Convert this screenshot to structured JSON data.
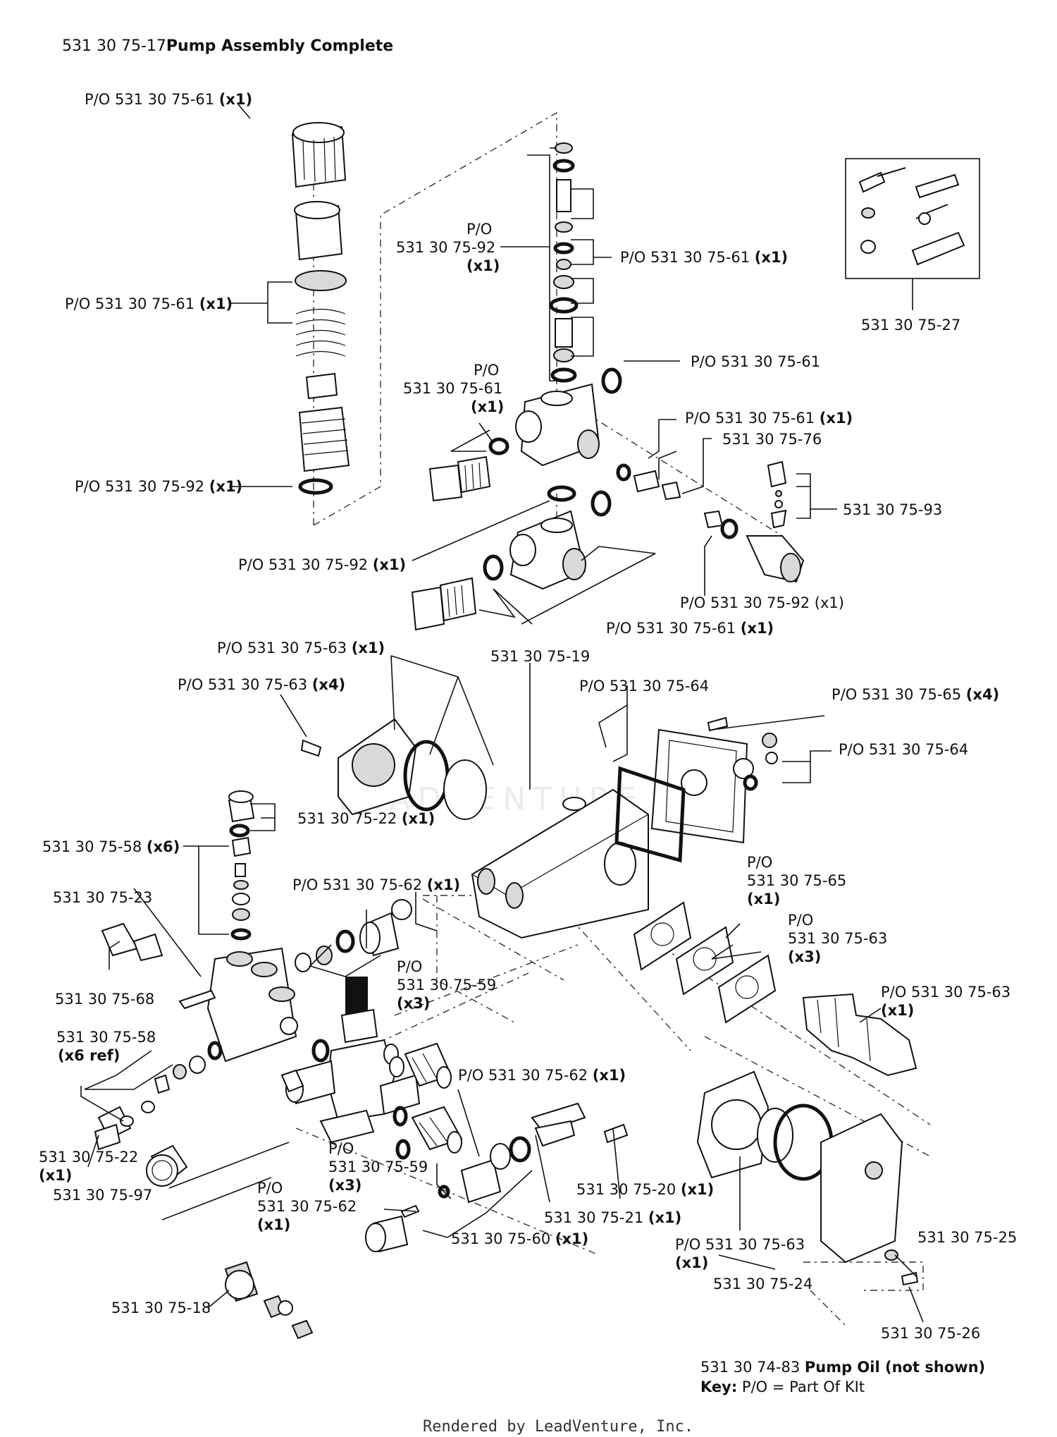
{
  "header": {
    "number": "531 30 75-17",
    "title": "Pump Assembly Complete"
  },
  "watermark": "LEADVENTURE",
  "labels": [
    [
      "P/O 531 30 75-61 ",
      "(x1)"
    ],
    [
      "P/O 531 30 75-61 ",
      "(x1)"
    ],
    [
      "P/O 531 30 75-92 ",
      "(x1)"
    ],
    [
      "P/O",
      ""
    ],
    [
      "531 30 75-92",
      ""
    ],
    [
      "",
      "(x1)"
    ],
    [
      "P/O 531 30 75-61 ",
      "(x1)"
    ],
    [
      "P/O 531 30 75-61",
      ""
    ],
    [
      "P/O",
      ""
    ],
    [
      "531 30 75-61",
      ""
    ],
    [
      "",
      "(x1)"
    ],
    [
      "P/O 531 30 75-61 ",
      "(x1)"
    ],
    [
      "531 30 75-76",
      ""
    ],
    [
      "531 30 75-93",
      ""
    ],
    [
      "531 30 75-27",
      ""
    ],
    [
      "P/O 531 30 75-92 ",
      "(x1)"
    ],
    [
      "P/O 531 30 75-92 (x1)",
      ""
    ],
    [
      "P/O 531 30 75-61 ",
      "(x1)"
    ],
    [
      "P/O 531 30 75-63 ",
      "(x1)"
    ],
    [
      "P/O 531 30 75-63 ",
      "(x4)"
    ],
    [
      "531 30 75-19",
      ""
    ],
    [
      "P/O 531 30 75-64",
      ""
    ],
    [
      "P/O 531 30 75-65 ",
      "(x4)"
    ],
    [
      "P/O 531 30 75-64",
      ""
    ],
    [
      "531 30 75-22 ",
      "(x1)"
    ],
    [
      "531 30 75-58 ",
      "(x6)"
    ],
    [
      "531 30 75-23",
      ""
    ],
    [
      "P/O 531 30 75-62 ",
      "(x1)"
    ],
    [
      "P/O",
      ""
    ],
    [
      "531 30 75-65",
      ""
    ],
    [
      "",
      "(x1)"
    ],
    [
      "P/O",
      ""
    ],
    [
      "531 30 75-63",
      ""
    ],
    [
      "",
      "(x3)"
    ],
    [
      "P/O",
      ""
    ],
    [
      "531 30 75-59",
      ""
    ],
    [
      "",
      "(x3)"
    ],
    [
      "531 30 75-68",
      ""
    ],
    [
      "P/O 531 30 75-63",
      ""
    ],
    [
      "",
      "(x1)"
    ],
    [
      "531 30 75-58",
      ""
    ],
    [
      "",
      "(x6 ref)"
    ],
    [
      "P/O 531 30 75-62 ",
      "(x1)"
    ],
    [
      "531 30 75-22",
      ""
    ],
    [
      "",
      "(x1)"
    ],
    [
      "531 30 75-97",
      ""
    ],
    [
      "P/O",
      ""
    ],
    [
      "531 30 75-59",
      ""
    ],
    [
      "",
      "(x3)"
    ],
    [
      "P/O",
      ""
    ],
    [
      "531 30 75-62",
      ""
    ],
    [
      "",
      "(x1)"
    ],
    [
      "531 30 75-20 ",
      "(x1)"
    ],
    [
      "531 30 75-21 ",
      "(x1)"
    ],
    [
      "531 30 75-60 ",
      "(x1)"
    ],
    [
      "P/O 531 30 75-63",
      ""
    ],
    [
      "",
      "(x1)"
    ],
    [
      "531 30 75-25",
      ""
    ],
    [
      "531 30 75-24",
      ""
    ],
    [
      "531 30 75-18",
      ""
    ],
    [
      "531 30 75-26",
      ""
    ]
  ],
  "footer_notes": {
    "oil_number": "531 30 74-83 ",
    "oil_title": "Pump Oil",
    "oil_note": "  (not shown)",
    "key_label": "Key:",
    "key_text": "  P/O = Part Of KIt"
  },
  "credit": "Rendered by LeadVenture, Inc."
}
